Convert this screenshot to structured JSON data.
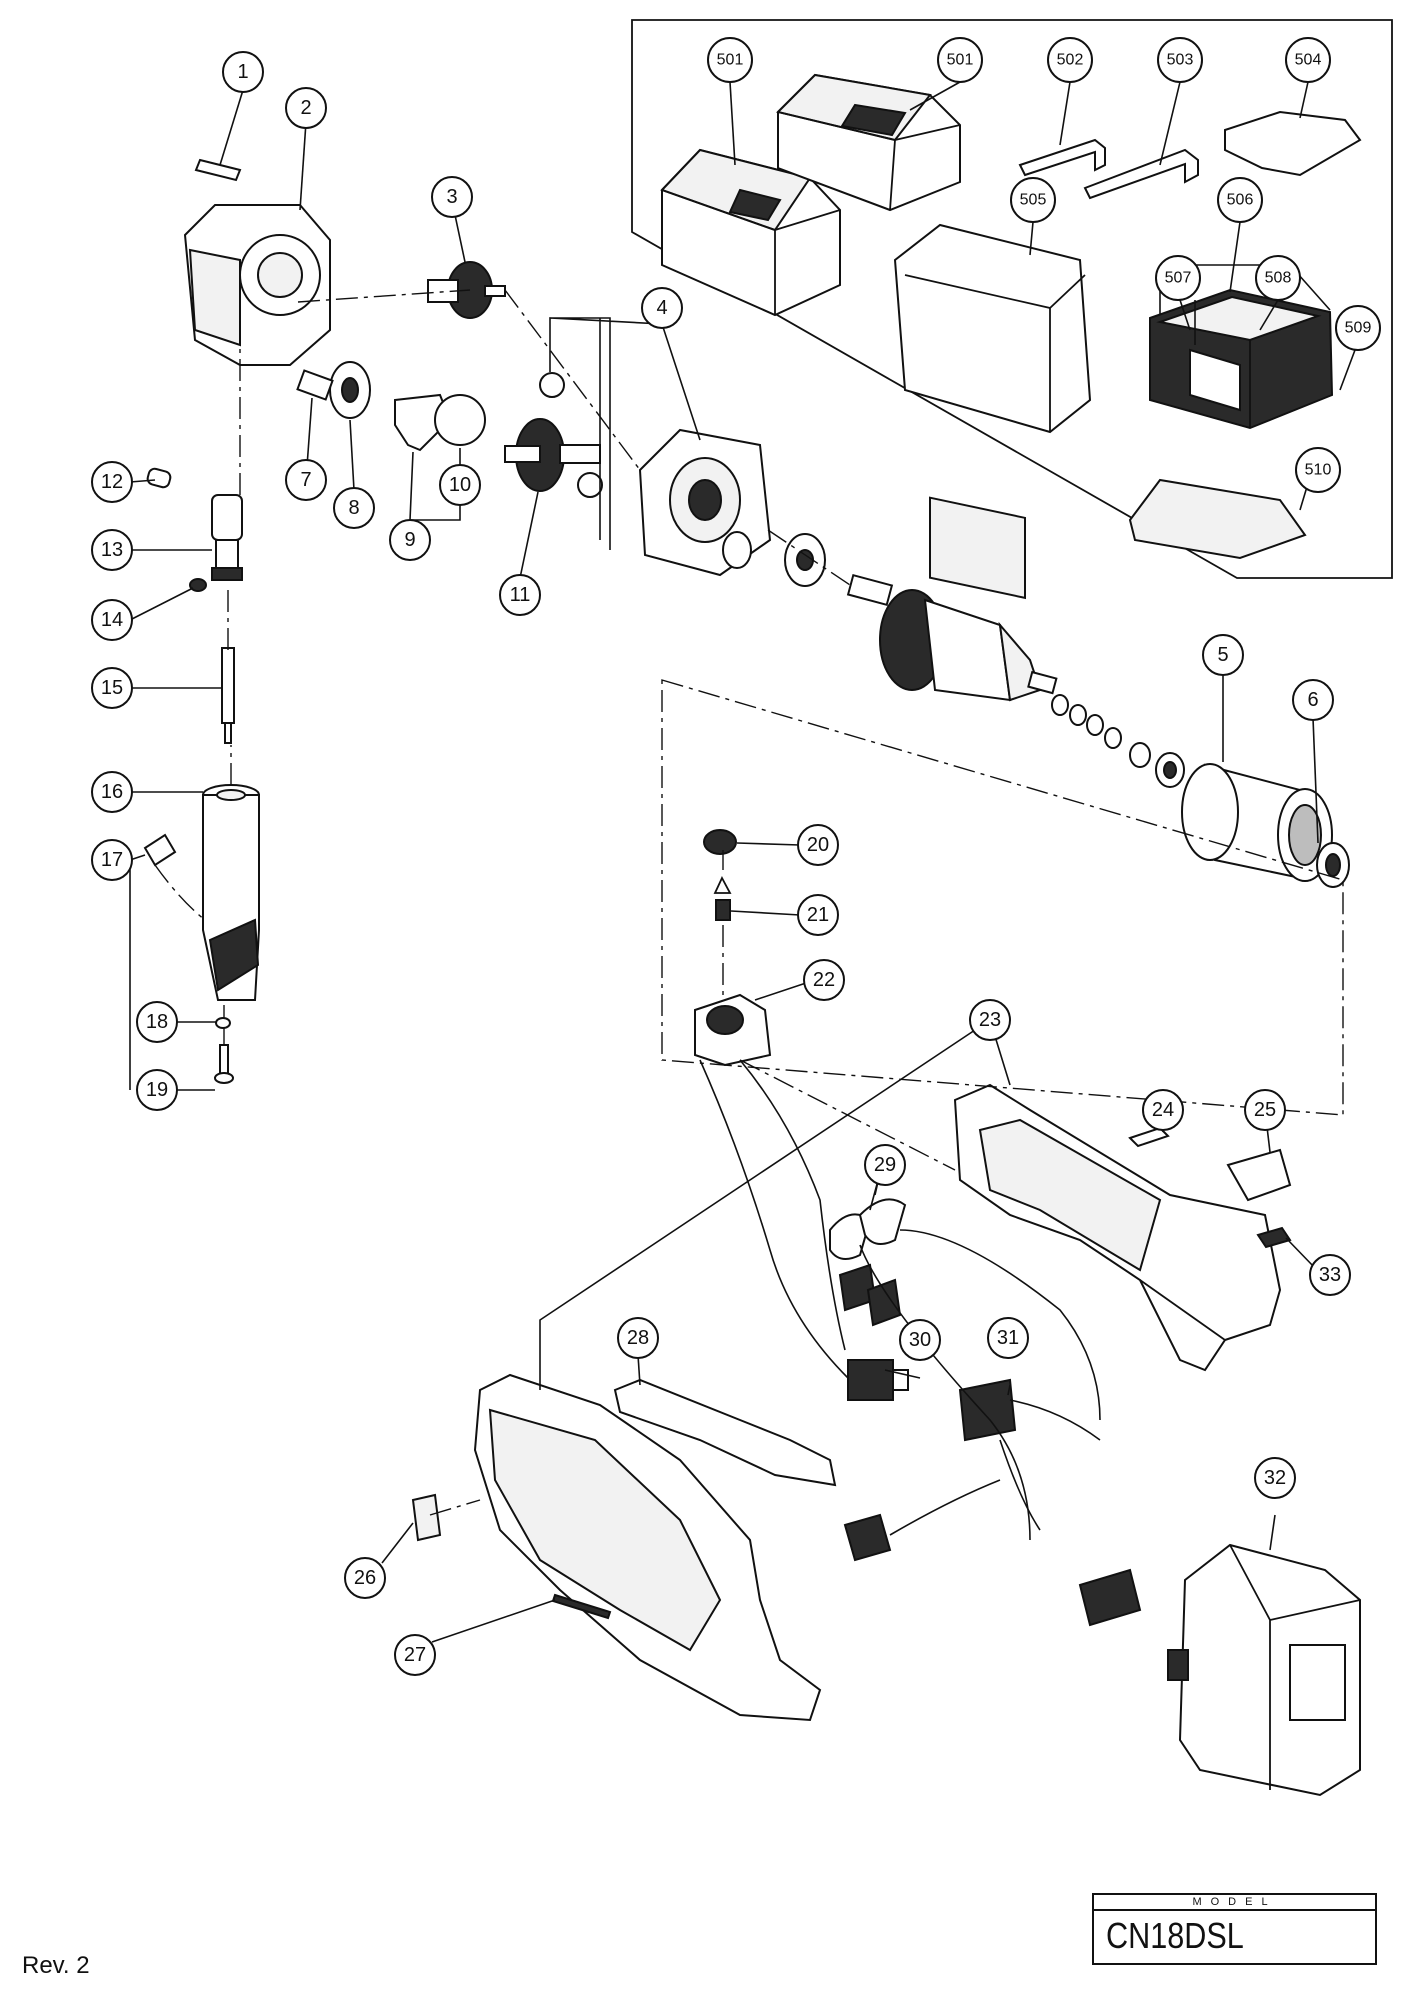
{
  "diagram": {
    "callouts": [
      "1",
      "2",
      "3",
      "4",
      "5",
      "6",
      "7",
      "8",
      "9",
      "10",
      "11",
      "12",
      "13",
      "14",
      "15",
      "16",
      "17",
      "18",
      "19",
      "20",
      "21",
      "22",
      "23",
      "24",
      "25",
      "26",
      "27",
      "28",
      "29",
      "30",
      "31",
      "32",
      "33",
      "501",
      "501",
      "502",
      "503",
      "504",
      "505",
      "506",
      "507",
      "508",
      "509",
      "510"
    ]
  },
  "model_box": {
    "caption": "MODEL",
    "value": "CN18DSL"
  },
  "footer": {
    "revision": "Rev. 2"
  }
}
